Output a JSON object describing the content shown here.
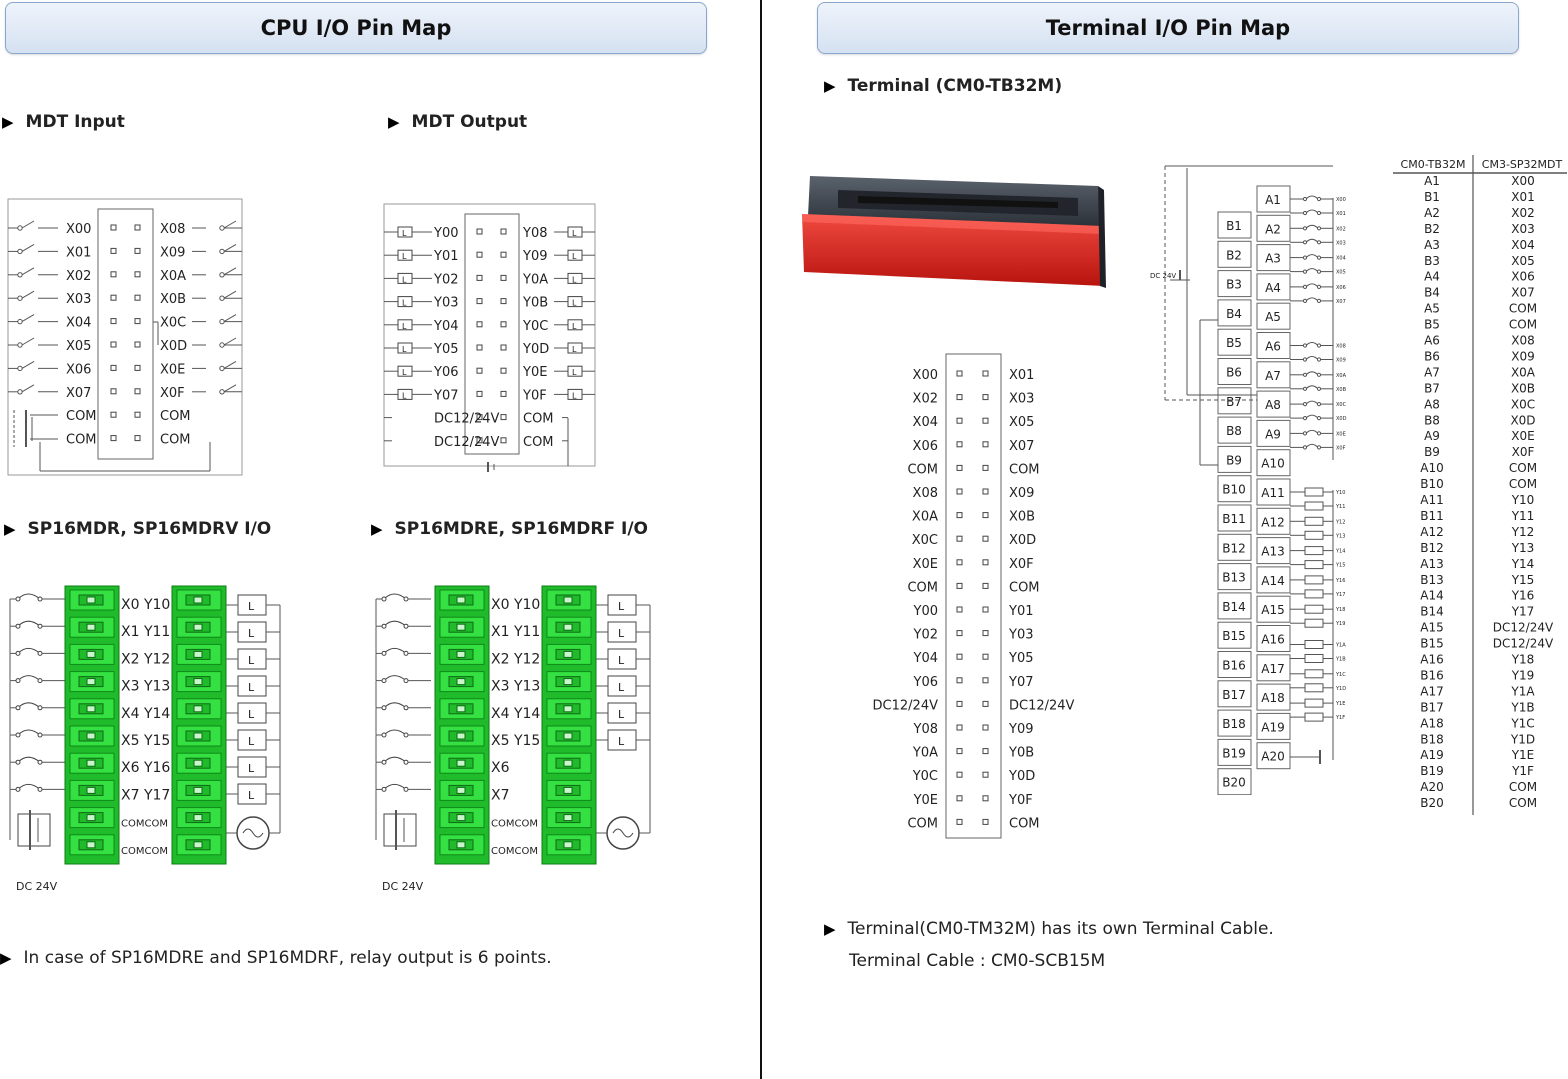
{
  "left_header": "CPU I/O Pin Map",
  "right_header": "Terminal I/O Pin Map",
  "headings": {
    "mdt_input": "MDT Input",
    "mdt_output": "MDT Output",
    "sp16mdr": "SP16MDR, SP16MDRV I/O",
    "sp16mdre": "SP16MDRE, SP16MDRF I/O",
    "terminal": "Terminal (CM0-TB32M)"
  },
  "note_left": "In case of SP16MDRE and SP16MDRF, relay output is 6 points.",
  "note_right_1": "Terminal(CM0-TM32M) has its own Terminal Cable.",
  "note_right_2": "Terminal Cable : CM0-SCB15M",
  "mdt_input": {
    "left": [
      "X00",
      "X01",
      "X02",
      "X03",
      "X04",
      "X05",
      "X06",
      "X07",
      "COM",
      "COM"
    ],
    "right": [
      "X08",
      "X09",
      "X0A",
      "X0B",
      "X0C",
      "X0D",
      "X0E",
      "X0F",
      "COM",
      "COM"
    ]
  },
  "mdt_output": {
    "left": [
      "Y00",
      "Y01",
      "Y02",
      "Y03",
      "Y04",
      "Y05",
      "Y06",
      "Y07",
      "DC12/24V",
      "DC12/24V"
    ],
    "right": [
      "Y08",
      "Y09",
      "Y0A",
      "Y0B",
      "Y0C",
      "Y0D",
      "Y0E",
      "Y0F",
      "COM",
      "COM"
    ],
    "load": "L"
  },
  "sp16mdr": {
    "labels": [
      "X0 Y10",
      "X1 Y11",
      "X2 Y12",
      "X3 Y13",
      "X4 Y14",
      "X5 Y15",
      "X6 Y16",
      "X7 Y17",
      "COMCOM",
      "COMCOM"
    ],
    "dc": "DC 24V",
    "load": "L"
  },
  "sp16mdre": {
    "labels": [
      "X0 Y10",
      "X1 Y11",
      "X2 Y12",
      "X3 Y13",
      "X4 Y14",
      "X5 Y15",
      "X6",
      "X7",
      "COMCOM",
      "COMCOM"
    ],
    "dc": "DC 24V",
    "load": "L"
  },
  "connector": {
    "left": [
      "X00",
      "X02",
      "X04",
      "X06",
      "COM",
      "X08",
      "X0A",
      "X0C",
      "X0E",
      "COM",
      "Y00",
      "Y02",
      "Y04",
      "Y06",
      "DC12/24V",
      "Y08",
      "Y0A",
      "Y0C",
      "Y0E",
      "COM"
    ],
    "right": [
      "X01",
      "X03",
      "X05",
      "X07",
      "COM",
      "X09",
      "X0B",
      "X0D",
      "X0F",
      "COM",
      "Y01",
      "Y03",
      "Y05",
      "Y07",
      "DC12/24V",
      "Y09",
      "Y0B",
      "Y0D",
      "Y0F",
      "COM"
    ]
  },
  "terminal_block": {
    "a": [
      "A1",
      "A2",
      "A3",
      "A4",
      "A5",
      "A6",
      "A7",
      "A8",
      "A9",
      "A10",
      "A11",
      "A12",
      "A13",
      "A14",
      "A15",
      "A16",
      "A17",
      "A18",
      "A19",
      "A20"
    ],
    "b": [
      "B1",
      "B2",
      "B3",
      "B4",
      "B5",
      "B6",
      "B7",
      "B8",
      "B9",
      "B10",
      "B11",
      "B12",
      "B13",
      "B14",
      "B15",
      "B16",
      "B17",
      "B18",
      "B19",
      "B20"
    ],
    "dc": "DC 24V",
    "x_labels": [
      "X00",
      "X01",
      "X02",
      "X03",
      "X04",
      "X05",
      "X06",
      "X07",
      "X08",
      "X09",
      "X0A",
      "X0B",
      "X0C",
      "X0D",
      "X0E",
      "X0F"
    ],
    "y_labels": [
      "Y10",
      "Y11",
      "Y12",
      "Y13",
      "Y14",
      "Y15",
      "Y16",
      "Y17",
      "Y18",
      "Y19",
      "Y1A",
      "Y1B",
      "Y1C",
      "Y1D",
      "Y1E",
      "Y1F"
    ]
  },
  "mapping_table": {
    "headers": [
      "CM0-TB32M",
      "CM3-SP32MDT"
    ],
    "rows": [
      [
        "A1",
        "X00"
      ],
      [
        "B1",
        "X01"
      ],
      [
        "A2",
        "X02"
      ],
      [
        "B2",
        "X03"
      ],
      [
        "A3",
        "X04"
      ],
      [
        "B3",
        "X05"
      ],
      [
        "A4",
        "X06"
      ],
      [
        "B4",
        "X07"
      ],
      [
        "A5",
        "COM"
      ],
      [
        "B5",
        "COM"
      ],
      [
        "A6",
        "X08"
      ],
      [
        "B6",
        "X09"
      ],
      [
        "A7",
        "X0A"
      ],
      [
        "B7",
        "X0B"
      ],
      [
        "A8",
        "X0C"
      ],
      [
        "B8",
        "X0D"
      ],
      [
        "A9",
        "X0E"
      ],
      [
        "B9",
        "X0F"
      ],
      [
        "A10",
        "COM"
      ],
      [
        "B10",
        "COM"
      ],
      [
        "A11",
        "Y10"
      ],
      [
        "B11",
        "Y11"
      ],
      [
        "A12",
        "Y12"
      ],
      [
        "B12",
        "Y13"
      ],
      [
        "A13",
        "Y14"
      ],
      [
        "B13",
        "Y15"
      ],
      [
        "A14",
        "Y16"
      ],
      [
        "B14",
        "Y17"
      ],
      [
        "A15",
        "DC12/24V"
      ],
      [
        "B15",
        "DC12/24V"
      ],
      [
        "A16",
        "Y18"
      ],
      [
        "B16",
        "Y19"
      ],
      [
        "A17",
        "Y1A"
      ],
      [
        "B17",
        "Y1B"
      ],
      [
        "A18",
        "Y1C"
      ],
      [
        "B18",
        "Y1D"
      ],
      [
        "A19",
        "Y1E"
      ],
      [
        "B19",
        "Y1F"
      ],
      [
        "A20",
        "COM"
      ],
      [
        "B20",
        "COM"
      ]
    ]
  },
  "colors": {
    "header_border": "#8aa7cf",
    "terminal_green": "#2fd13a",
    "body_red": "#d9231f",
    "body_dark": "#3a4048"
  }
}
